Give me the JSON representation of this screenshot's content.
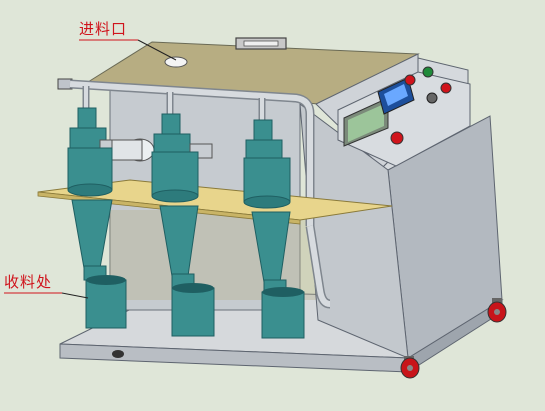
{
  "callouts": {
    "inlet_label": "进料口",
    "outlet_label": "收料处"
  },
  "colors": {
    "background": "#dfe6d8",
    "cabinet_body": "#c9cdd2",
    "cabinet_shadow": "#9aa1a8",
    "cabinet_top": "#b4a87c",
    "cyclone_teal": "#3a8f8f",
    "cyclone_dark": "#1f5f62",
    "shelf": "#e8d58c",
    "pipe": "#c7ccd2",
    "button_red": "#d0141c",
    "button_green": "#1f8a3a",
    "display_blue": "#2e6fd1",
    "wheel_red": "#c8141a",
    "callout_red": "#d0141c"
  },
  "icons": [
    "power-button",
    "start-button",
    "stop-button",
    "selector-knob",
    "control-display",
    "caster-wheel"
  ]
}
